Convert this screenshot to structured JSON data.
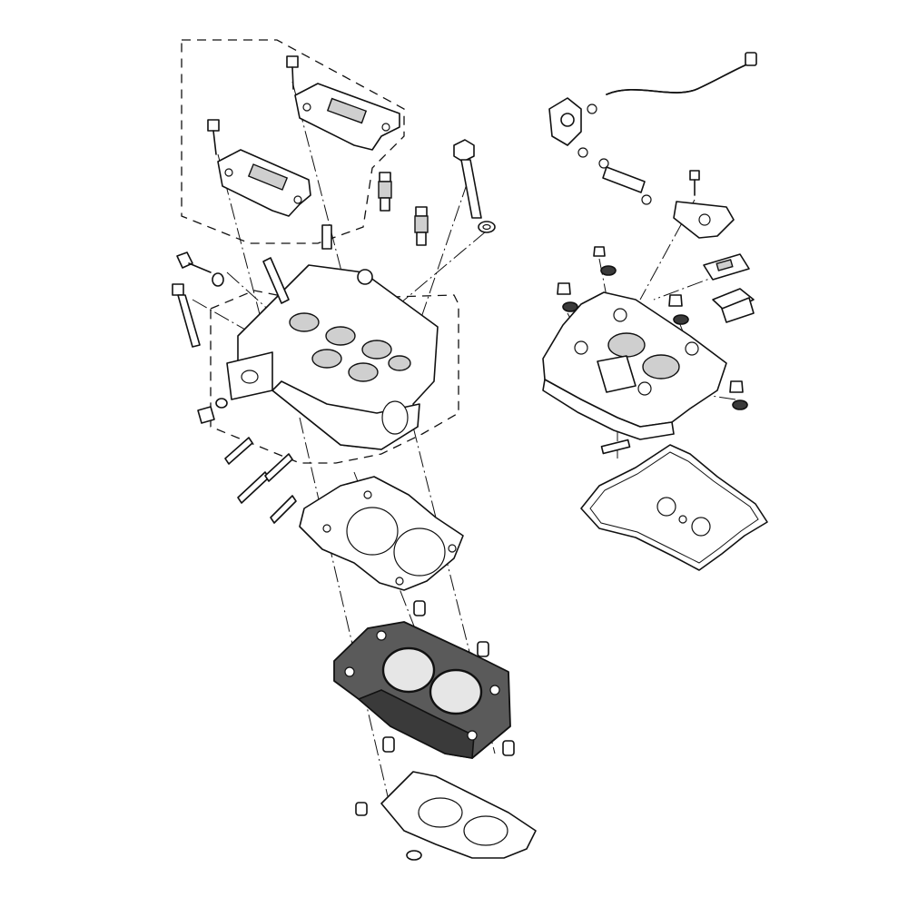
{
  "diagram": {
    "type": "exploded-parts-view",
    "assemblies": [
      "cylinder-head",
      "camshaft-caps",
      "valve-cover",
      "valve-cover-gasket",
      "breather-hose",
      "head-gasket",
      "cylinder-block",
      "base-gasket",
      "studs-and-bolts",
      "spark-plugs"
    ],
    "colors": {
      "line": "#111111",
      "background": "#ffffff",
      "cylinder_fill": "#5a5a5a",
      "shade": "#cfcfcf"
    }
  }
}
